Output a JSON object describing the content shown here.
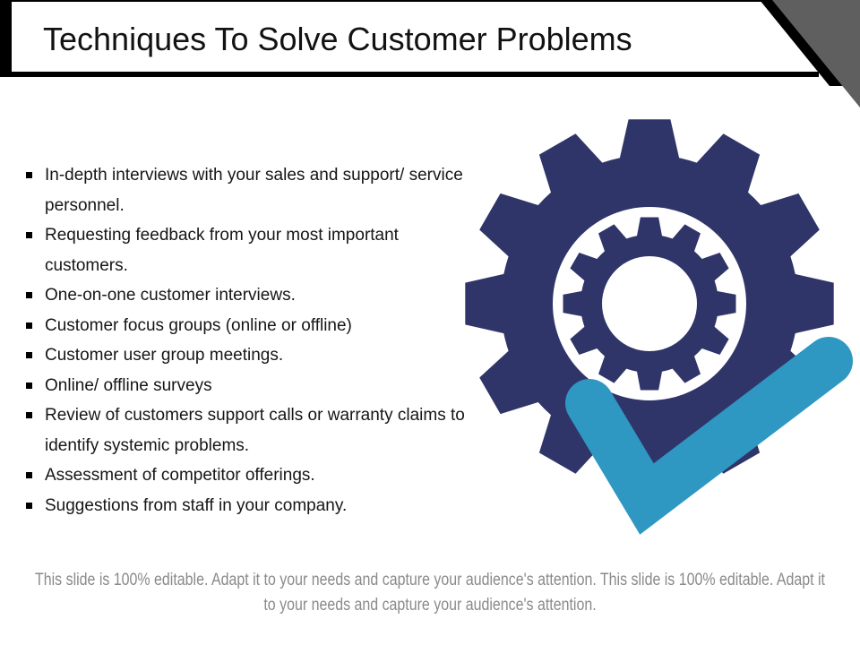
{
  "slide": {
    "title": "Techniques To Solve Customer Problems",
    "bullets": [
      "In-depth interviews with your sales and support/ service personnel.",
      "Requesting feedback from your most important customers.",
      "One-on-one customer interviews.",
      "Customer focus groups (online or offline)",
      "Customer user group meetings.",
      "Online/ offline surveys",
      "Review of customers support calls or warranty claims to identify systemic problems.",
      "Assessment of competitor offerings.",
      "Suggestions from staff in your company."
    ],
    "footer": {
      "line1": "This slide is 100% editable. Adapt it to your needs and capture your audience's attention. This slide is 100% editable. Adapt it",
      "line2": "to your needs and capture your audience's attention."
    }
  },
  "icons": {
    "gear": "gear-icon",
    "inner_gear": "inner-gear-icon",
    "checkmark": "checkmark-icon",
    "bullet": "square-bullet-icon",
    "corner_fold": "corner-fold-icon"
  },
  "colors": {
    "background": "#ffffff",
    "edge_black": "#000000",
    "corner_gray": "#5f5f5f",
    "title_text": "#121212",
    "body_text": "#161616",
    "footer_gray": "#8a8a8a",
    "gear_navy": "#303569",
    "check_blue": "#2e97c2",
    "gear_hole_white": "#ffffff"
  }
}
